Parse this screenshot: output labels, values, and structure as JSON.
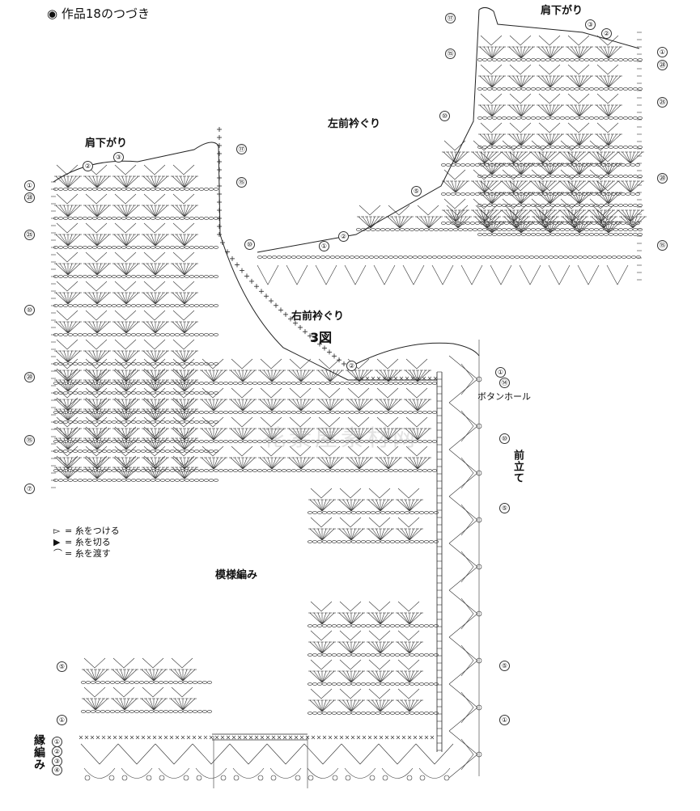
{
  "heading": {
    "bullet": "◉",
    "text": "作品18のつづき"
  },
  "labels": {
    "shoulder_left": "肩下がり",
    "shoulder_right": "肩下がり",
    "neck_left": "左前衿ぐり",
    "neck_right": "右前衿ぐり",
    "figure": "3図",
    "buttonhole": "ボタンホール",
    "front_band": "前立て",
    "pattern": "模様編み",
    "edging": "縁編み"
  },
  "legend": [
    {
      "symbol": "▻",
      "text": "= 糸をつける"
    },
    {
      "symbol": "▶",
      "text": "= 糸を切る"
    },
    {
      "symbol": "⌒",
      "text": "= 糸を渡す"
    }
  ],
  "row_markers": {
    "right_piece": [
      "⑰",
      "③",
      "②",
      "①",
      "㉘",
      "⑮",
      "㉕",
      "⑩",
      "⑳",
      "⑤",
      "②",
      "①",
      "⑮"
    ],
    "left_piece": [
      "②",
      "③",
      "⑰",
      "①",
      "㉘",
      "⑮",
      "㉕",
      "⑩",
      "⑳",
      "⑮",
      "②",
      "⑩",
      "⑦"
    ],
    "front_band": [
      "①",
      "⑭",
      "⑩",
      "⑤",
      "⑤",
      "①"
    ],
    "bottom": [
      "⑤",
      "①",
      "①",
      "②",
      "③",
      "④"
    ]
  },
  "watermark": "花素屋素材网"
}
